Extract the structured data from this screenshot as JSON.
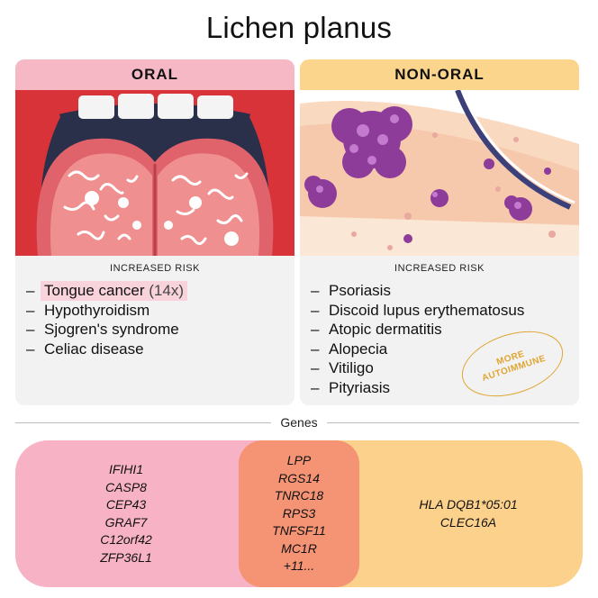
{
  "title": "Lichen planus",
  "oral": {
    "header": "ORAL",
    "risk_label": "INCREASED RISK",
    "items": [
      {
        "text": "Tongue cancer",
        "extra": "(14x)"
      },
      {
        "text": "Hypothyroidism"
      },
      {
        "text": "Sjogren's syndrome"
      },
      {
        "text": "Celiac disease"
      }
    ]
  },
  "nonoral": {
    "header": "NON-ORAL",
    "risk_label": "INCREASED RISK",
    "items": [
      {
        "text": "Psoriasis"
      },
      {
        "text": "Discoid lupus erythematosus"
      },
      {
        "text": "Atopic dermatitis"
      },
      {
        "text": "Alopecia"
      },
      {
        "text": "Vitiligo"
      },
      {
        "text": "Pityriasis"
      }
    ],
    "stamp_line1": "MORE",
    "stamp_line2": "AUTOIMMUNE"
  },
  "genes": {
    "label": "Genes",
    "oral_only": [
      "IFIHI1",
      "CASP8",
      "CEP43",
      "GRAF7",
      "C12orf42",
      "ZFP36L1"
    ],
    "shared": [
      "LPP",
      "RGS14",
      "TNRC18",
      "RPS3",
      "TNFSF11",
      "MC1R",
      "+11..."
    ],
    "nonoral_only": [
      "HLA DQB1*05:01",
      "CLEC16A"
    ]
  },
  "colors": {
    "oral": "#f7b8c6",
    "nonoral": "#fbd58c",
    "overlap": "#f49474",
    "highlight": "#f9d3dc",
    "stamp": "#e0a530"
  },
  "dash": "–"
}
